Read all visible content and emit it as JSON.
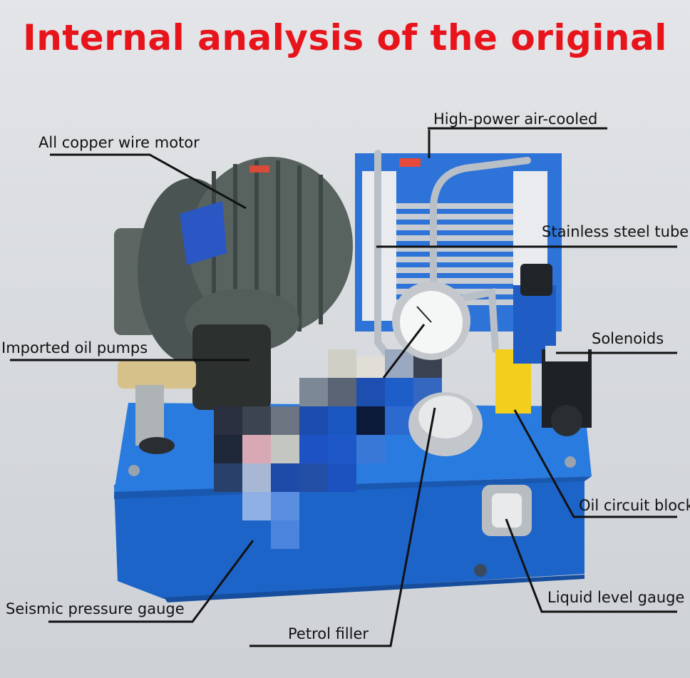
{
  "title": "Internal analysis of the original",
  "labels": {
    "motor": "All copper wire motor",
    "cooler": "High-power air-cooled",
    "tube": "Stainless steel tube",
    "pumps": "Imported oil pumps",
    "solenoids": "Solenoids",
    "block": "Oil circuit block",
    "pressure_gauge": "Seismic pressure gauge",
    "level_gauge": "Liquid level gauge",
    "filler": "Petrol filler"
  },
  "colors": {
    "title": "#e8141b",
    "tank_blue": "#1f6fd6",
    "motor_gray": "#4f5a57",
    "yellow_block": "#f2d21c",
    "leader_line": "#111111"
  }
}
